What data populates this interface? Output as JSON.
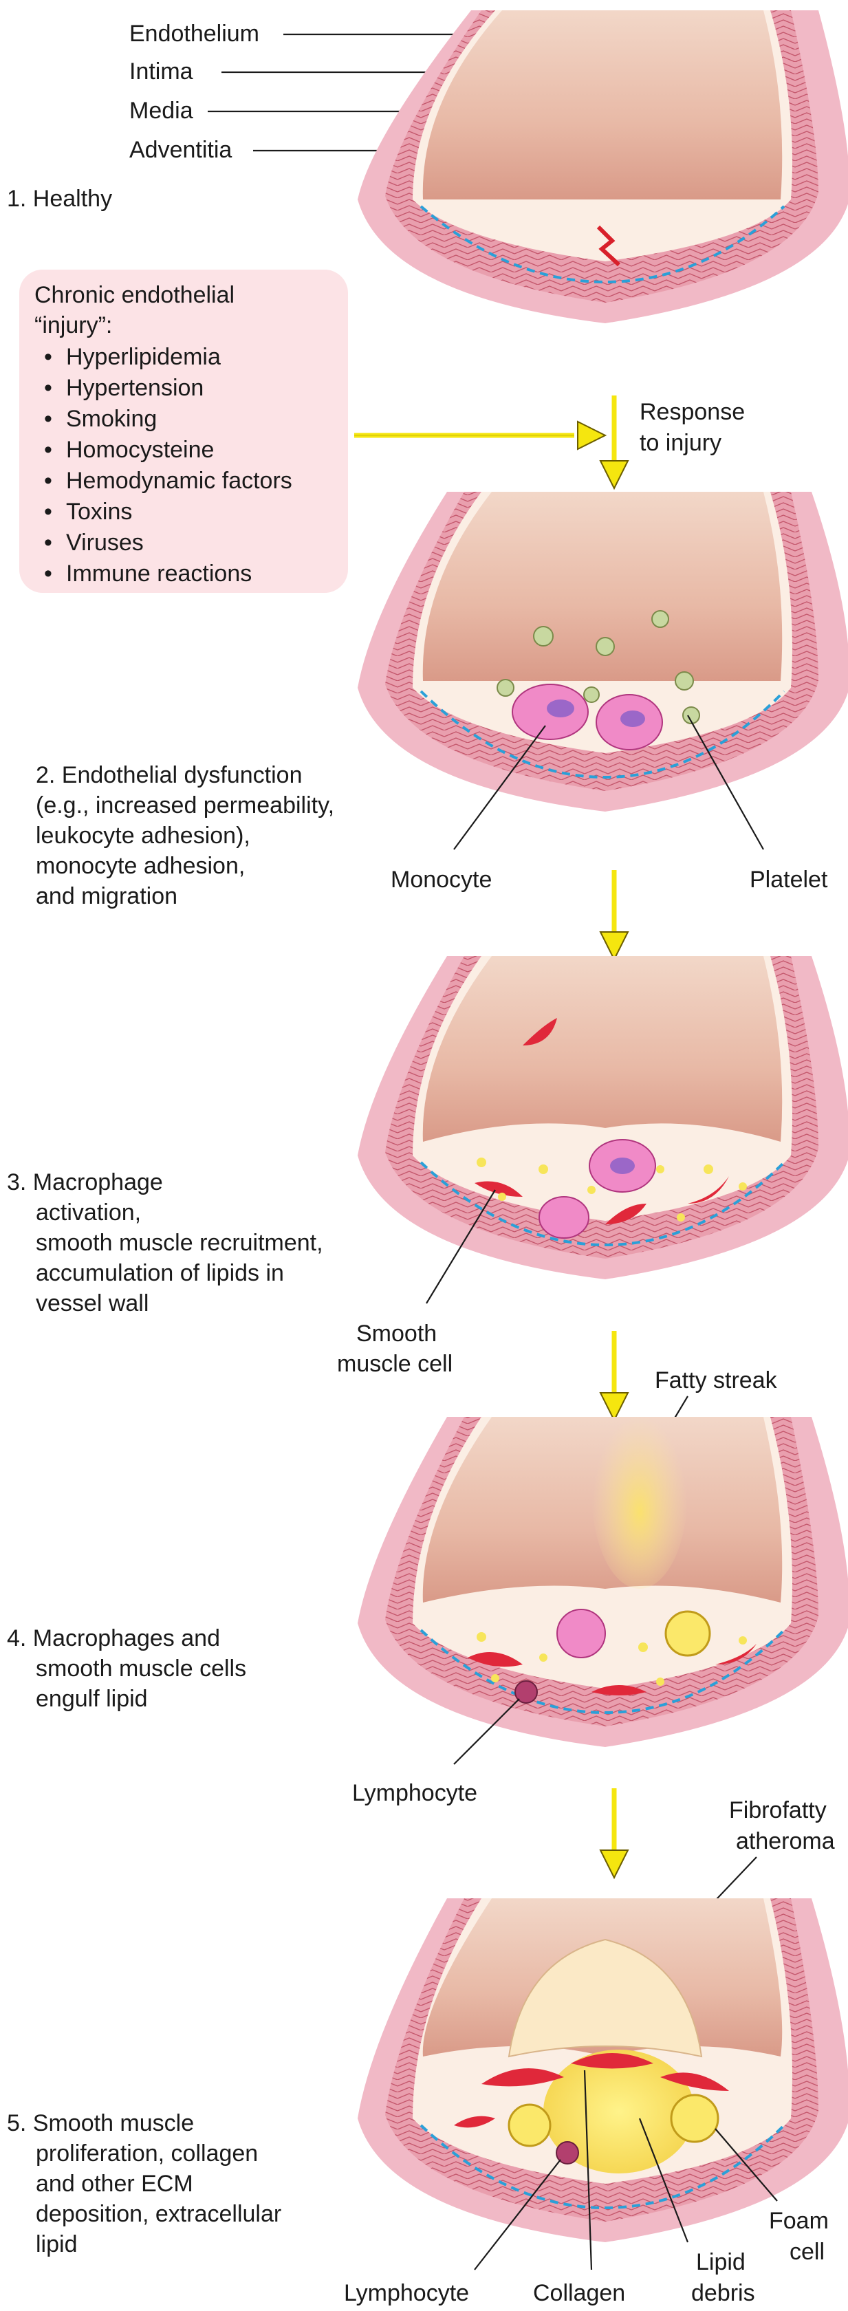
{
  "layers": {
    "endothelium": "Endothelium",
    "intima": "Intima",
    "media": "Media",
    "adventitia": "Adventitia"
  },
  "injury_box": {
    "title_1": "Chronic endothelial",
    "title_2": "“injury”:",
    "bullets": [
      "Hyperlipidemia",
      "Hypertension",
      "Smoking",
      "Homocysteine",
      "Hemodynamic factors",
      "Toxins",
      "Viruses",
      "Immune reactions"
    ]
  },
  "arrow_label": {
    "line1": "Response",
    "line2": "to injury"
  },
  "stages": [
    {
      "lines": [
        "1. Healthy"
      ]
    },
    {
      "lines": [
        "2. Endothelial dysfunction",
        "(e.g., increased permeability,",
        "leukocyte adhesion),",
        "monocyte adhesion,",
        "and migration"
      ]
    },
    {
      "lines": [
        "3. Macrophage",
        "activation,",
        "smooth muscle recruitment,",
        "accumulation of lipids in",
        "vessel wall"
      ]
    },
    {
      "lines": [
        "4. Macrophages and",
        "smooth muscle cells",
        "engulf lipid"
      ]
    },
    {
      "lines": [
        "5. Smooth muscle",
        "proliferation, collagen",
        "and other ECM",
        "deposition, extracellular",
        "lipid"
      ]
    }
  ],
  "labels": {
    "monocyte": "Monocyte",
    "platelet": "Platelet",
    "smooth_muscle_1": "Smooth",
    "smooth_muscle_2": "muscle cell",
    "fatty_streak": "Fatty streak",
    "lymphocyte_4": "Lymphocyte",
    "fibrofatty_1": "Fibrofatty",
    "fibrofatty_2": "atheroma",
    "lymphocyte_5": "Lymphocyte",
    "collagen": "Collagen",
    "lipid_1": "Lipid",
    "lipid_2": "debris",
    "foam_1": "Foam",
    "foam_2": "cell"
  }
}
